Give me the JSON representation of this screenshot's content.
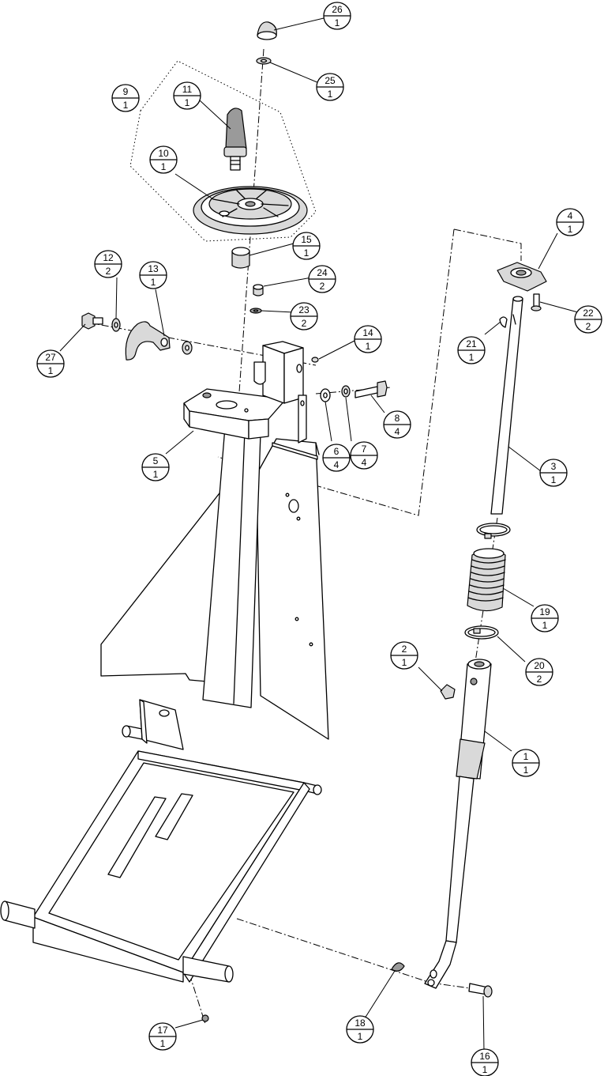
{
  "callouts": [
    {
      "id": "c1",
      "item": "1",
      "qty": "1"
    },
    {
      "id": "c2",
      "item": "2",
      "qty": "1"
    },
    {
      "id": "c3",
      "item": "3",
      "qty": "1"
    },
    {
      "id": "c4",
      "item": "4",
      "qty": "1"
    },
    {
      "id": "c5",
      "item": "5",
      "qty": "1"
    },
    {
      "id": "c6",
      "item": "6",
      "qty": "4"
    },
    {
      "id": "c7",
      "item": "7",
      "qty": "4"
    },
    {
      "id": "c8",
      "item": "8",
      "qty": "4"
    },
    {
      "id": "c9",
      "item": "9",
      "qty": "1"
    },
    {
      "id": "c10",
      "item": "10",
      "qty": "1"
    },
    {
      "id": "c11",
      "item": "11",
      "qty": "1"
    },
    {
      "id": "c12",
      "item": "12",
      "qty": "2"
    },
    {
      "id": "c13",
      "item": "13",
      "qty": "1"
    },
    {
      "id": "c14",
      "item": "14",
      "qty": "1"
    },
    {
      "id": "c15",
      "item": "15",
      "qty": "1"
    },
    {
      "id": "c16",
      "item": "16",
      "qty": "1"
    },
    {
      "id": "c17",
      "item": "17",
      "qty": "1"
    },
    {
      "id": "c18",
      "item": "18",
      "qty": "1"
    },
    {
      "id": "c19",
      "item": "19",
      "qty": "1"
    },
    {
      "id": "c20",
      "item": "20",
      "qty": "2"
    },
    {
      "id": "c21",
      "item": "21",
      "qty": "1"
    },
    {
      "id": "c22",
      "item": "22",
      "qty": "2"
    },
    {
      "id": "c23",
      "item": "23",
      "qty": "2"
    },
    {
      "id": "c24",
      "item": "24",
      "qty": "2"
    },
    {
      "id": "c25",
      "item": "25",
      "qty": "1"
    },
    {
      "id": "c26",
      "item": "26",
      "qty": "1"
    },
    {
      "id": "c27",
      "item": "27",
      "qty": "1"
    }
  ]
}
